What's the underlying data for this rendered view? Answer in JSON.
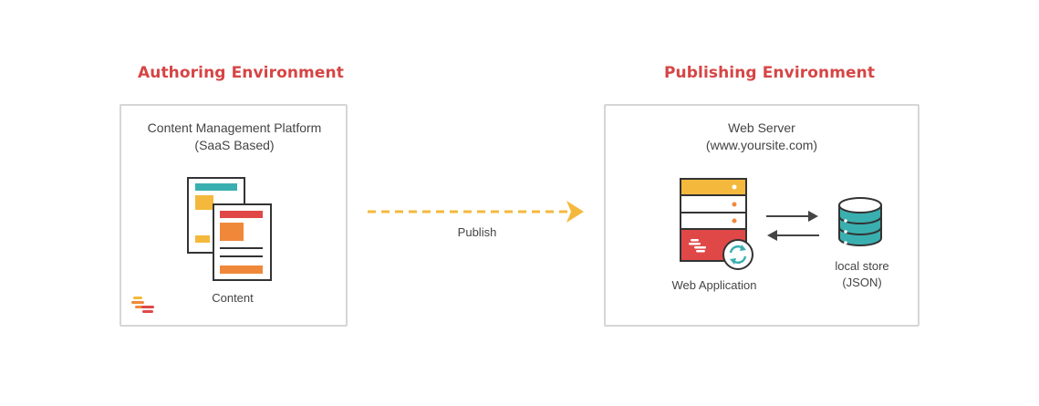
{
  "authoring": {
    "heading": "Authoring Environment",
    "platform_line1": "Content Management Platform",
    "platform_line2": "(SaaS Based)",
    "content_label": "Content"
  },
  "flow": {
    "publish_label": "Publish"
  },
  "publishing": {
    "heading": "Publishing Environment",
    "server_line1": "Web Server",
    "server_line2": "(www.yoursite.com)",
    "app_label": "Web Application",
    "store_line1": "local store",
    "store_line2": "(JSON)"
  },
  "colors": {
    "heading": "#d64545",
    "accent_red": "#e04848",
    "accent_orange": "#f0883a",
    "accent_yellow": "#f4b93c",
    "accent_teal": "#3aafb0",
    "outline": "#333333",
    "arrow": "#f4b93c"
  }
}
